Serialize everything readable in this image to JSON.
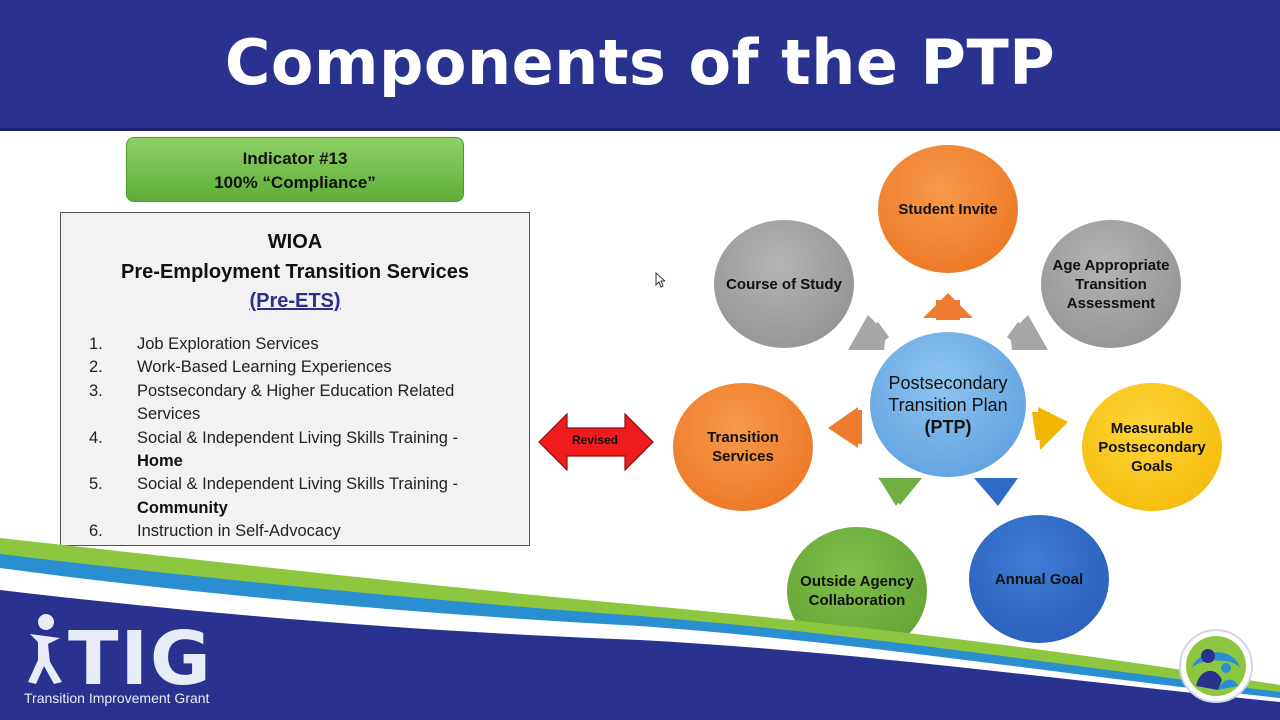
{
  "slide": {
    "title": "Components of the PTP"
  },
  "indicator": {
    "line1": "Indicator #13",
    "line2": "100% “Compliance”"
  },
  "wioa": {
    "heading1": "WIOA",
    "heading2": "Pre-Employment Transition Services",
    "heading3": "(Pre-ETS)",
    "items": [
      {
        "num": "1.",
        "text": "Job Exploration Services",
        "bold": ""
      },
      {
        "num": "2.",
        "text": "Work-Based Learning Experiences",
        "bold": ""
      },
      {
        "num": "3.",
        "text": "Postsecondary & Higher Education Related Services",
        "bold": ""
      },
      {
        "num": "4.",
        "text": "Social & Independent Living Skills Training -",
        "bold": "Home"
      },
      {
        "num": "5.",
        "text": "Social & Independent Living Skills Training -",
        "bold": "Community"
      },
      {
        "num": "6.",
        "text": "Instruction in Self-Advocacy",
        "bold": ""
      }
    ]
  },
  "revised_label": "Revised",
  "diagram": {
    "center": {
      "line1": "Postsecondary",
      "line2": "Transition Plan",
      "line3": "(PTP)"
    },
    "nodes": {
      "student_invite": "Student Invite",
      "age_appropriate": "Age Appropriate Transition Assessment",
      "measurable_goals": "Measurable Postsecondary Goals",
      "annual_goal": "Annual Goal",
      "outside_agency": "Outside Agency Collaboration",
      "transition_services": "Transition Services",
      "course_of_study": "Course of Study"
    },
    "colors": {
      "orange": "#ea6f1c",
      "gray": "#8c8c8c",
      "yellow": "#f2b500",
      "blue": "#2559b5",
      "green": "#5c9e2e",
      "center": "#5599dc"
    }
  },
  "footer": {
    "logo_text": "TIG",
    "logo_subtitle": "Transition Improvement Grant"
  },
  "colors": {
    "title_bar": "#29338f",
    "indicator_green": "#6dbb45",
    "wave_green": "#8dc63f",
    "wave_blue": "#29338f"
  }
}
